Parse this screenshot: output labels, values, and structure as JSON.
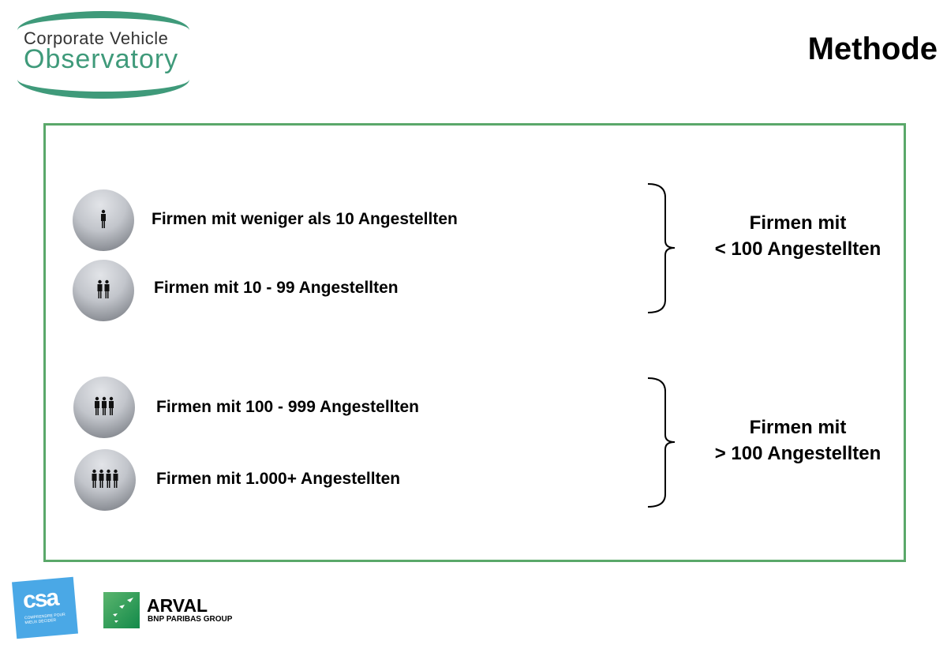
{
  "logo": {
    "line1": "Corporate Vehicle",
    "line2": "Observatory"
  },
  "title": "Methode",
  "categories": [
    {
      "label": "Firmen mit weniger als 10 Angestellten",
      "icon": "one-person-icon",
      "people": 1
    },
    {
      "label": "Firmen mit 10 - 99 Angestellten",
      "icon": "two-people-icon",
      "people": 2
    },
    {
      "label": "Firmen mit 100 - 999 Angestellten",
      "icon": "three-people-icon",
      "people": 3
    },
    {
      "label": "Firmen mit 1.000+ Angestellten",
      "icon": "four-people-icon",
      "people": 4
    }
  ],
  "groups": [
    {
      "line1": "Firmen mit",
      "line2": "< 100 Angestellten"
    },
    {
      "line1": "Firmen mit",
      "line2": "> 100 Angestellten"
    }
  ],
  "footer": {
    "csa": {
      "name": "csa",
      "tagline": "COMPRENDRE POUR MIEUX DÉCIDER"
    },
    "arval": {
      "name": "ARVAL",
      "sub": "BNP PARIBAS GROUP"
    }
  },
  "colors": {
    "frame": "#5aa86a",
    "logo_green": "#3f9a7a",
    "csa_blue": "#4aa8e6",
    "arval_green": "#138a4a"
  }
}
